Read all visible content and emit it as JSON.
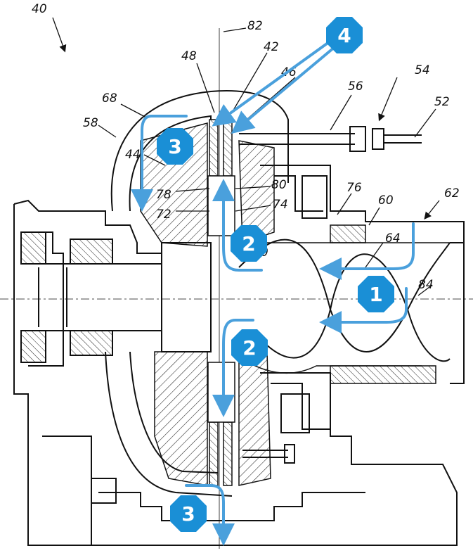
{
  "reference_numerals": {
    "r40": "40",
    "r82": "82",
    "r48": "48",
    "r42": "42",
    "r46": "46",
    "r54": "54",
    "r56": "56",
    "r52": "52",
    "r68": "68",
    "r58": "58",
    "r44": "44",
    "r78": "78",
    "r80": "80",
    "r76": "76",
    "r60": "60",
    "r62": "62",
    "r74": "74",
    "r72": "72",
    "r64": "64",
    "r84": "84",
    "r70": "70"
  },
  "flow_steps": {
    "step1": "1",
    "step2a": "2",
    "step2b": "2",
    "step3a": "3",
    "step3b": "3",
    "step4": "4"
  },
  "colors": {
    "flow_arrow": "#4aa0dc",
    "badge_fill": "#1a8fd6",
    "badge_text": "#ffffff",
    "line_art": "#111111"
  }
}
